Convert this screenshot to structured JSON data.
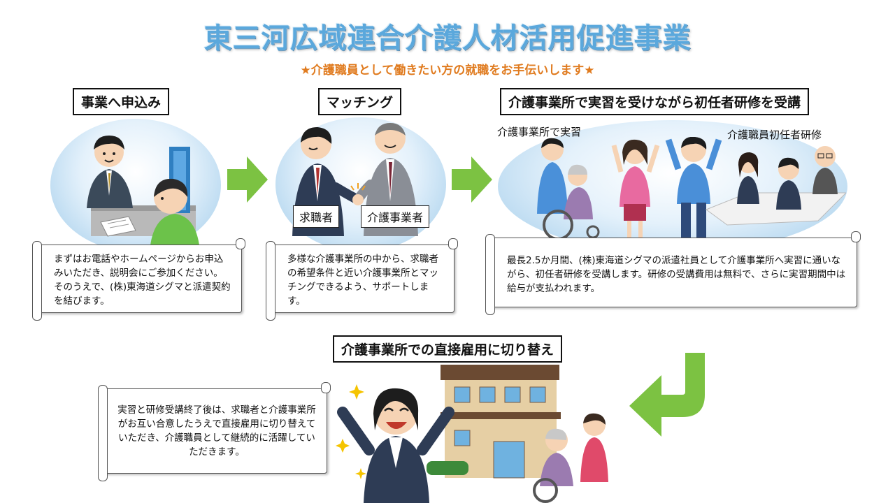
{
  "header": {
    "title": "東三河広域連合介護人材活用促進事業",
    "subtitle": "★介護職員として働きたい方の就職をお手伝いします★"
  },
  "steps": [
    {
      "label": "事業へ申込み",
      "description": "まずはお電話やホームページからお申込みいただき、説明会にご参加ください。そのうえで、(株)東海道シグマと派遣契約を結びます。"
    },
    {
      "label": "マッチング",
      "tags": [
        "求職者",
        "介護事業者"
      ],
      "description": "多様な介護事業所の中から、求職者の希望条件と近い介護事業所とマッチングできるよう、サポートします。"
    },
    {
      "label": "介護事業所で実習を受けながら初任者研修を受講",
      "captions": [
        "介護事業所で実習",
        "介護職員初任者研修"
      ],
      "description": "最長2.5か月間、(株)東海道シグマの派遣社員として介護事業所へ実習に通いながら、初任者研修を受講します。研修の受講費用は無料で、さらに実習期間中は給与が支払われます。"
    },
    {
      "label": "介護事業所での直接雇用に切り替え",
      "description": "実習と研修受講終了後は、求職者と介護事業所がお互い合意したうえで直接雇用に切り替えていただき、介護職員として継続的に活躍していただきます。"
    }
  ],
  "colors": {
    "title": "#5ba8dc",
    "subtitle": "#e07b1f",
    "arrow": "#7cc242",
    "circle": "#9fcbea"
  }
}
